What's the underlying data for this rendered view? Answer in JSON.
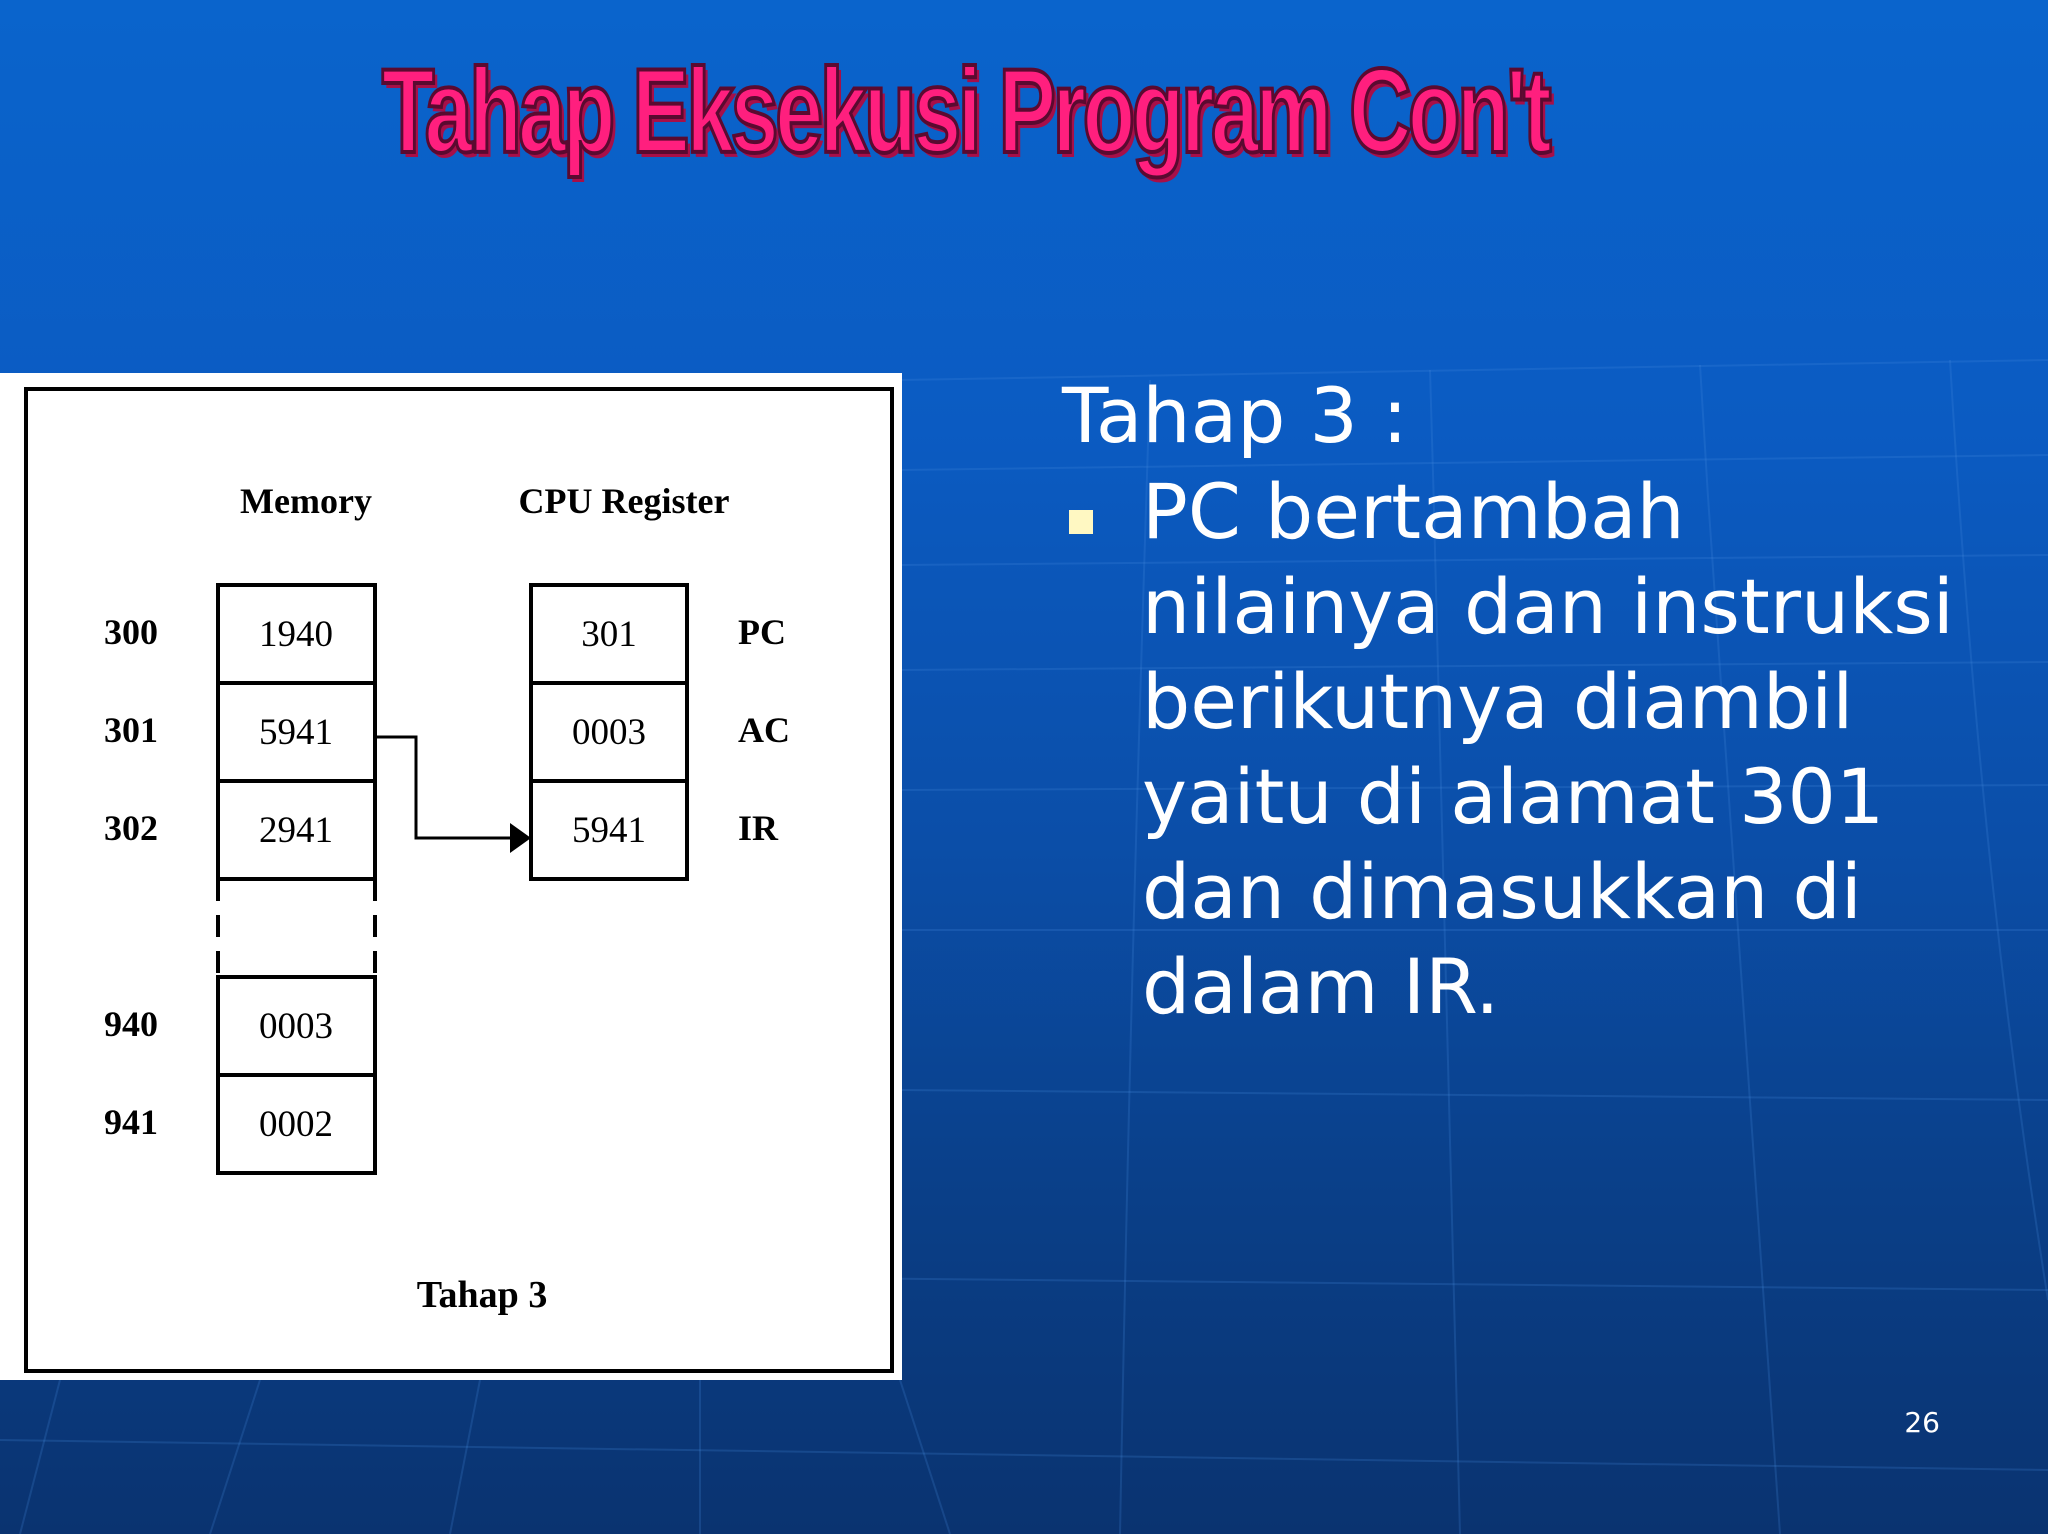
{
  "slide": {
    "title": "Tahap Eksekusi Program Con't",
    "page_number": "26"
  },
  "diagram": {
    "memory_heading": "Memory",
    "register_heading": "CPU Register",
    "memory_cells": [
      {
        "address": "300",
        "value": "1940"
      },
      {
        "address": "301",
        "value": "5941"
      },
      {
        "address": "302",
        "value": "2941"
      },
      {
        "address": "",
        "value": ""
      },
      {
        "address": "940",
        "value": "0003"
      },
      {
        "address": "941",
        "value": "0002"
      }
    ],
    "registers": [
      {
        "name": "PC",
        "value": "301"
      },
      {
        "name": "AC",
        "value": "0003"
      },
      {
        "name": "IR",
        "value": "5941"
      }
    ],
    "caption": "Tahap 3"
  },
  "content": {
    "heading": "Tahap 3 :",
    "bullets": [
      "PC bertambah nilainya dan instruksi berikutnya diambil yaitu di alamat 301 dan dimasukkan di dalam IR."
    ]
  },
  "colors": {
    "background_top": "#0a64cc",
    "background_bottom": "#0a3370",
    "title_fill": "#ff1f7e",
    "bullet_marker": "#fff8c2",
    "text": "#ffffff"
  }
}
